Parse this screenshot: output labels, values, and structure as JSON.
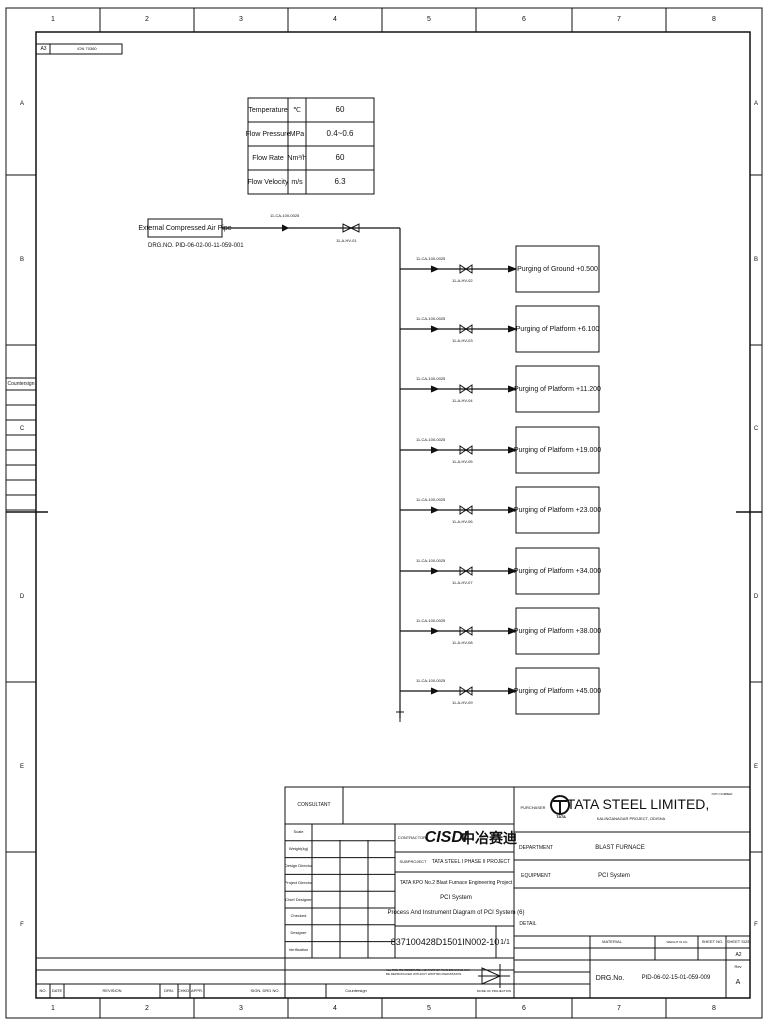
{
  "frame": {
    "columns": [
      "1",
      "2",
      "3",
      "4",
      "5",
      "6",
      "7",
      "8"
    ],
    "rows": [
      "A",
      "B",
      "C",
      "D",
      "E",
      "F"
    ]
  },
  "corner_tag": {
    "left": "A3",
    "right": "ION 70360"
  },
  "params_table": {
    "rows": [
      {
        "name": "Temperature",
        "unit": "℃",
        "value": "60"
      },
      {
        "name": "Flow Pressure",
        "unit": "MPa",
        "value": "0.4~0.6"
      },
      {
        "name": "Flow Rate",
        "unit": "Nm³/h",
        "value": "60"
      },
      {
        "name": "Flow Velocity",
        "unit": "m/s",
        "value": "6.3"
      }
    ]
  },
  "source": {
    "label": "External Compressed Air Pipe",
    "ref": "DRG.NO. PID-06-02-00-11-059-001"
  },
  "main_line": {
    "pipe": "11-CA-100-0025",
    "valve": "11-A-HV-01"
  },
  "branches": [
    {
      "label": "Purging of Ground +0.500",
      "pipe": "11-CA-100-0025",
      "valve": "11-A-HV-02"
    },
    {
      "label": "Purging of Platform +6.100",
      "pipe": "11-CA-100-0025",
      "valve": "11-A-HV-03"
    },
    {
      "label": "Purging of Platform +11.200",
      "pipe": "11-CA-100-0025",
      "valve": "11-A-HV-04"
    },
    {
      "label": "Purging of Platform +19.000",
      "pipe": "11-CA-100-0025",
      "valve": "11-A-HV-05"
    },
    {
      "label": "Purging of Platform +23.000",
      "pipe": "11-CA-100-0025",
      "valve": "11-A-HV-06"
    },
    {
      "label": "Purging of Platform +34.000",
      "pipe": "11-CA-100-0025",
      "valve": "11-A-HV-07"
    },
    {
      "label": "Purging of Platform +38.000",
      "pipe": "11-CA-100-0025",
      "valve": "11-A-HV-08"
    },
    {
      "label": "Purging of Platform +45.000",
      "pipe": "11-CA-100-0025",
      "valve": "11-A-HV-09"
    }
  ],
  "countersign": {
    "label": "Countersign"
  },
  "title_block": {
    "consultant": "CONSULTANT",
    "scale": "Scale",
    "weight": "Weight(kg)",
    "design_director": "Design Director",
    "project_director": "Project Director",
    "chief_designer": "Chief Designer",
    "checked": "Checked",
    "designer": "Designer",
    "verification": "Verification",
    "contractor": "CONTRACTOR",
    "cisdi_en": "CISDI",
    "cisdi_cn": "中冶赛迪",
    "subproject": "SUBPROJECT",
    "project_name": "TATA STEEL I PHASE II PROJECT",
    "project_sub": "TATA KPO No.2 Blast Furnace Engineering Project",
    "system": "PCI System",
    "drawing_title": "Process And Instrument Diagram of PCI System (6)",
    "drawing_code": "837100428D1501IN002-10",
    "sheet_no": "1/1",
    "purchaser": "PURCHASER",
    "tata_name": "TATA STEEL LIMITED,",
    "tata_sub": "KALINGANAGAR PROJECT, ODISHA",
    "tata_logo": "TATA",
    "department": "DEPARTMENT",
    "department_value": "BLAST FURNACE",
    "equipment": "EQUIPMENT",
    "equipment_value": "PCI System",
    "detail": "DETAIL",
    "doc_no": "NITC NUMBER",
    "material": "MATERIAL",
    "weight2": "WEIGHT IN KG",
    "sheet": "SHEET NO.",
    "sheet_size_label": "SHEET SIZE",
    "sheet_size": "A2",
    "drg_no_label": "DRG.No.",
    "drg_no": "PID-06-02-15-01-059-009",
    "rev_label": "Rev",
    "rev": "A",
    "disclaimer": "ALL RIGHTS RESERVED. NO PART OF THIS DRAWING MAY BE REPRODUCED WITHOUT WRITTEN PERMISSION.",
    "projection": "MODE OF PROJECTION",
    "rev_table": [
      "NO.",
      "DATE",
      "REVISION",
      "DRN.",
      "CHKD.",
      "APPR.",
      "SIGN. DRG NO.",
      "Countersign"
    ]
  }
}
